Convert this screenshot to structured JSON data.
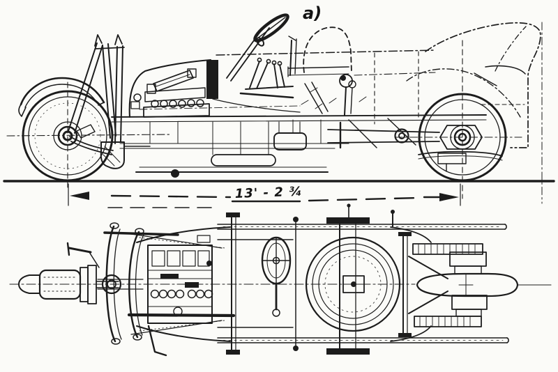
{
  "figure": {
    "caption_label": "a)",
    "wheelbase_dimension": "13' - 2 ¾",
    "description": "Two-view technical drawing of an early racing automobile chassis: side elevation above, plan view below",
    "colors": {
      "ink": "#1c1c1c",
      "paper": "#fbfbf8"
    }
  }
}
